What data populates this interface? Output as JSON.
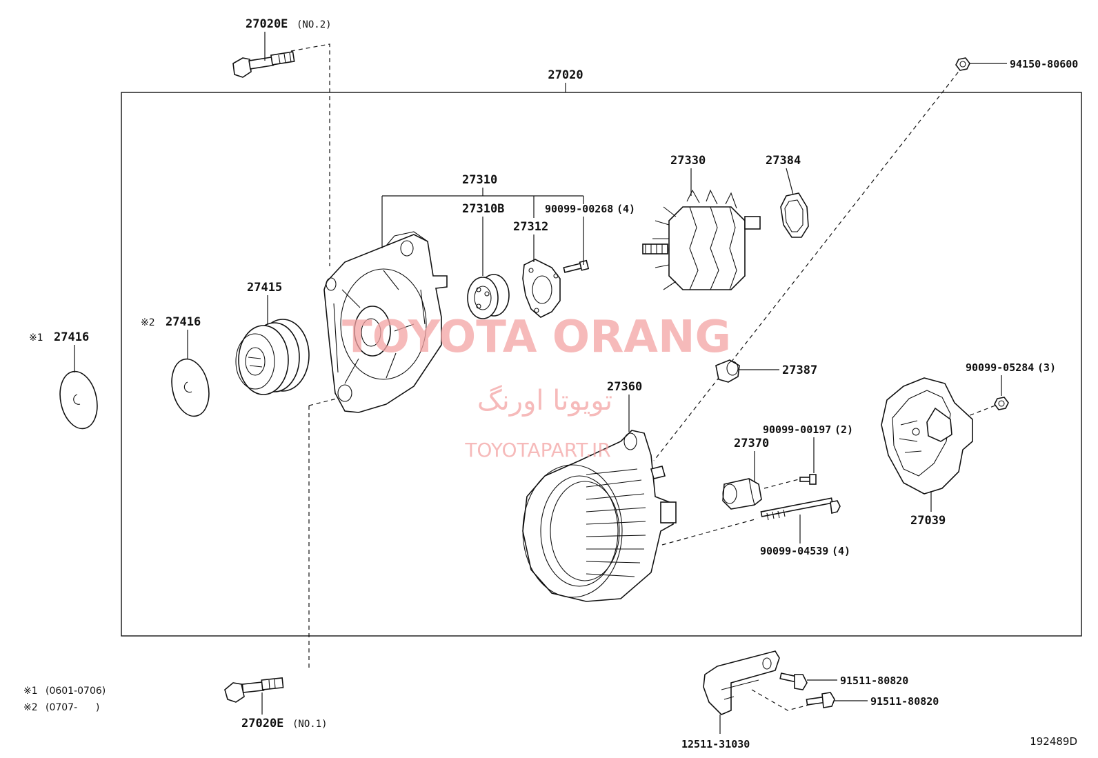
{
  "assembly": {
    "number": "27020"
  },
  "parts": {
    "bolt_no2": {
      "number": "27020E",
      "qualifier": "(NO.2)"
    },
    "bolt_no1": {
      "number": "27020E",
      "qualifier": "(NO.1)"
    },
    "nut_top_right": {
      "number": "94150-80600"
    },
    "frame_drive_end": {
      "number": "27310"
    },
    "bearing": {
      "number": "27310B"
    },
    "retainer_plate": {
      "number": "27312"
    },
    "retainer_screw": {
      "number": "90099-00268",
      "qty": "(4)"
    },
    "rotor": {
      "number": "27330"
    },
    "bearing_cover": {
      "number": "27384"
    },
    "pulley": {
      "number": "27415"
    },
    "cap_1": {
      "mark": "※1",
      "number": "27416"
    },
    "cap_2": {
      "mark": "※2",
      "number": "27416"
    },
    "terminal_insulator": {
      "number": "27387"
    },
    "stator_frame": {
      "number": "27360"
    },
    "regulator": {
      "number": "27370"
    },
    "regulator_screw": {
      "number": "90099-00197",
      "qty": "(2)"
    },
    "through_bolt": {
      "number": "90099-04539",
      "qty": "(4)"
    },
    "rear_cover": {
      "number": "27039"
    },
    "rear_cover_nut": {
      "number": "90099-05284",
      "qty": "(3)"
    },
    "bracket_bolt_1": {
      "number": "91511-80820"
    },
    "bracket_bolt_2": {
      "number": "91511-80820"
    },
    "bracket": {
      "number": "12511-31030"
    }
  },
  "notes": [
    {
      "mark": "※1",
      "range": "(0601-0706)"
    },
    {
      "mark": "※2",
      "range": "(0707-      )"
    }
  ],
  "figure_code": "192489D",
  "watermark": {
    "line1": "TOYOTA ORANG",
    "line2": "تویوتا اورنگ",
    "line3": "TOYOTAPART.IR"
  }
}
